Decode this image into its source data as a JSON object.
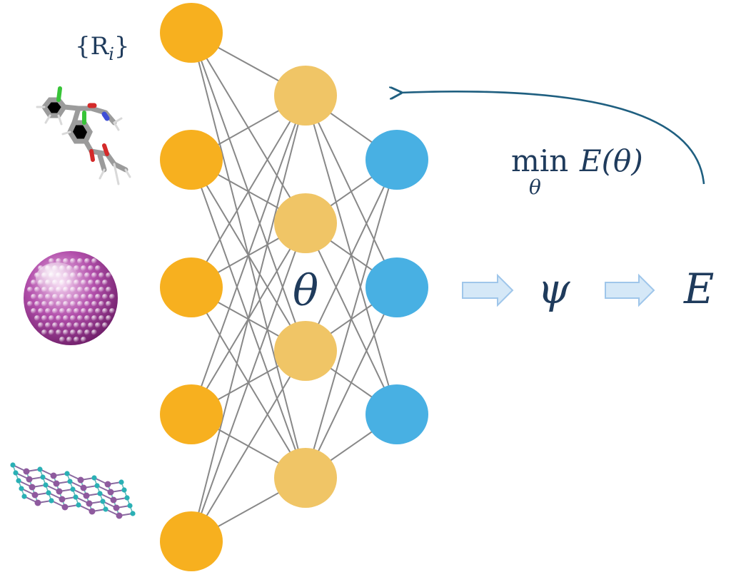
{
  "labels": {
    "inputs": "{R",
    "inputs_sub": "i",
    "inputs_close": "}",
    "params": "θ",
    "wavefunction": "ψ",
    "energy": "E",
    "objective_min": "min",
    "objective_sub": "θ",
    "objective_expr": "E(θ)"
  },
  "network": {
    "layers": [
      5,
      4,
      3
    ],
    "connectivity": "fully-connected"
  },
  "colors": {
    "input_node": "#f7b01f",
    "hidden_node": "#f0c566",
    "output_node": "#48b0e3",
    "edge": "#888888",
    "text": "#1f3b5c",
    "arrow": "#1f5f80",
    "block_arrow_fill": "#d5e8f7",
    "block_arrow_stroke": "#9fc6ea"
  },
  "icons": [
    "molecule-icon",
    "nanoparticle-icon",
    "crystal-lattice-icon"
  ]
}
